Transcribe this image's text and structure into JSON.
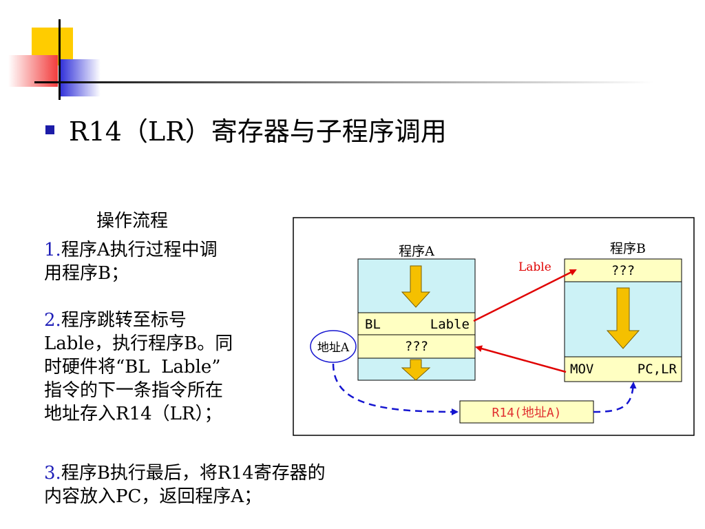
{
  "slide": {
    "title": "R14（LR）寄存器与子程序调用",
    "steps_heading": "操作流程",
    "steps": [
      {
        "number": "1.",
        "lines": [
          "程序A执行过程中调",
          "用程序B；"
        ]
      },
      {
        "number": "2.",
        "lines": [
          "程序跳转至标号",
          "Lable，执行程序B。同",
          "时硬件将“BL  Lable”",
          "指令的下一条指令所在",
          "地址存入R14（LR）；"
        ]
      },
      {
        "number": "3.",
        "lines": [
          "程序B执行最后，将R14寄存器的",
          "内容放入PC，返回程序A；"
        ]
      }
    ]
  },
  "diagram": {
    "program_a_label": "程序A",
    "program_b_label": "程序B",
    "a_instr_op": "BL",
    "a_instr_arg": "Lable",
    "a_next": "???",
    "b_first": "???",
    "b_last_op": "MOV",
    "b_last_args": "PC,LR",
    "lable_tag": "Lable",
    "address_a": "地址A",
    "r14_box": "R14(地址A)",
    "colors": {
      "program_fill": "#ccf2f6",
      "instr_fill": "#ffffc2",
      "arrow_fill": "#f5c000",
      "red_arrow": "#e00000",
      "blue_dash": "#1414d0",
      "r14_text": "#e03030"
    }
  }
}
